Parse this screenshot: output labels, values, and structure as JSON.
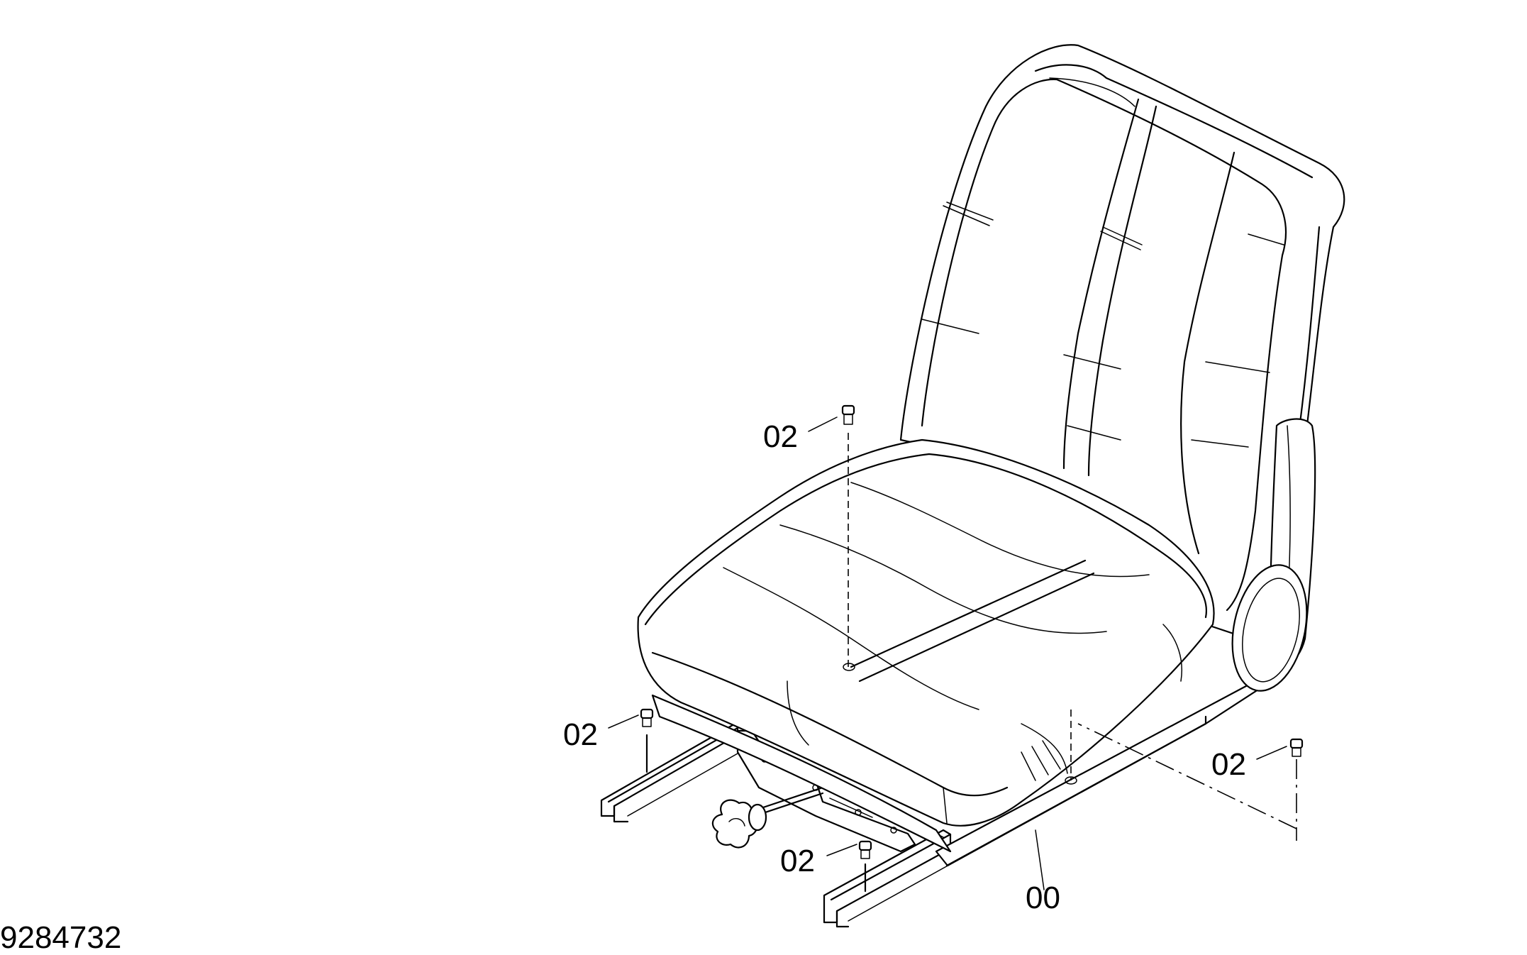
{
  "drawing": {
    "document_number": "9284732",
    "callouts": {
      "seat_assembly": "00",
      "bolt_top": "02",
      "bolt_left_rail": "02",
      "bolt_right_rail": "02",
      "bolt_rear": "02"
    }
  }
}
